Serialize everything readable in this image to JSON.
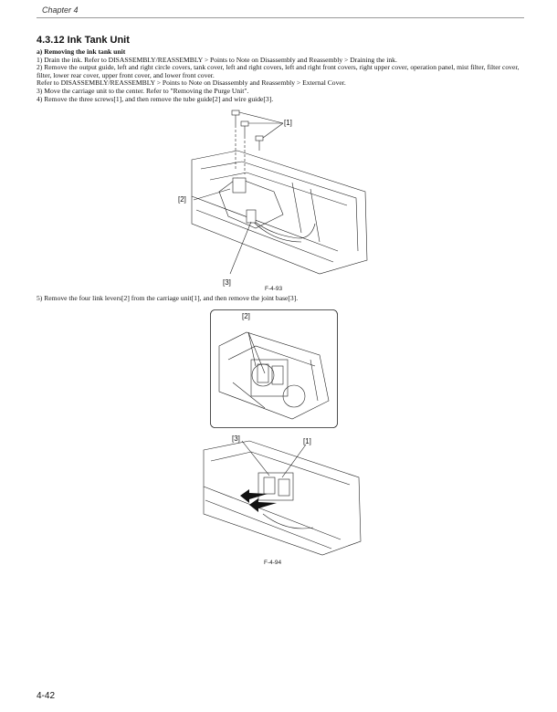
{
  "header": {
    "chapter": "Chapter 4"
  },
  "section": {
    "title": "4.3.12 Ink Tank Unit"
  },
  "subsection": {
    "title": "a) Removing the ink tank unit"
  },
  "steps": [
    "1) Drain the ink. Refer to DISASSEMBLY/REASSEMBLY > Points to Note on Disassembly and Reassembly > Draining the ink.",
    "2) Remove the output guide, left and right circle covers, tank cover, left and right covers, left and right front covers, right upper cover, operation panel, mist filter, filter cover, filter, lower rear cover, upper front cover, and lower front cover.",
    "Refer to DISASSEMBLY/REASSEMBLY > Points to Note on Disassembly and Reassembly > External Cover.",
    "3) Move the carriage unit to the center. Refer to \"Removing the Purge Unit\".",
    "4) Remove the three screws[1], and then remove the tube guide[2] and wire guide[3]."
  ],
  "step5": "5) Remove the four link levers[2] from the carriage unit[1], and then remove the joint base[3].",
  "figure1": {
    "id": "F-4-93",
    "callouts": [
      "[1]",
      "[2]",
      "[3]"
    ]
  },
  "figure2": {
    "id": "F-4-94",
    "callouts": [
      "[2]",
      "[3]",
      "[1]"
    ]
  },
  "footer": {
    "page": "4-42"
  }
}
